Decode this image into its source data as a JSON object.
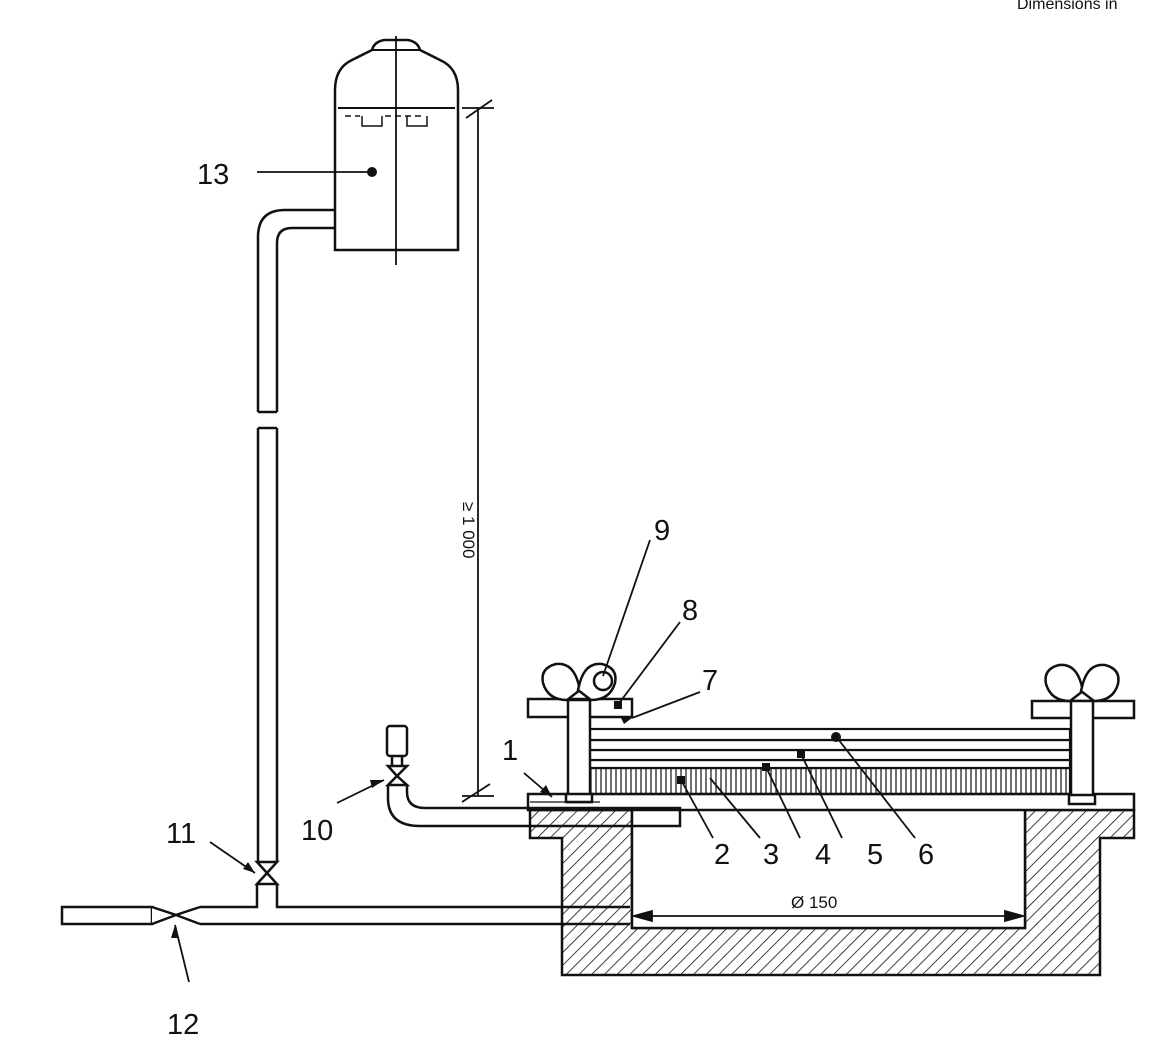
{
  "header_note": "Dimensions in",
  "dimensions": {
    "height_min": "≥ 1 000",
    "diameter": "Ø 150"
  },
  "labels": {
    "l1": "1",
    "l2": "2",
    "l3": "3",
    "l4": "4",
    "l5": "5",
    "l6": "6",
    "l7": "7",
    "l8": "8",
    "l9": "9",
    "l10": "10",
    "l11": "11",
    "l12": "12",
    "l13": "13"
  }
}
